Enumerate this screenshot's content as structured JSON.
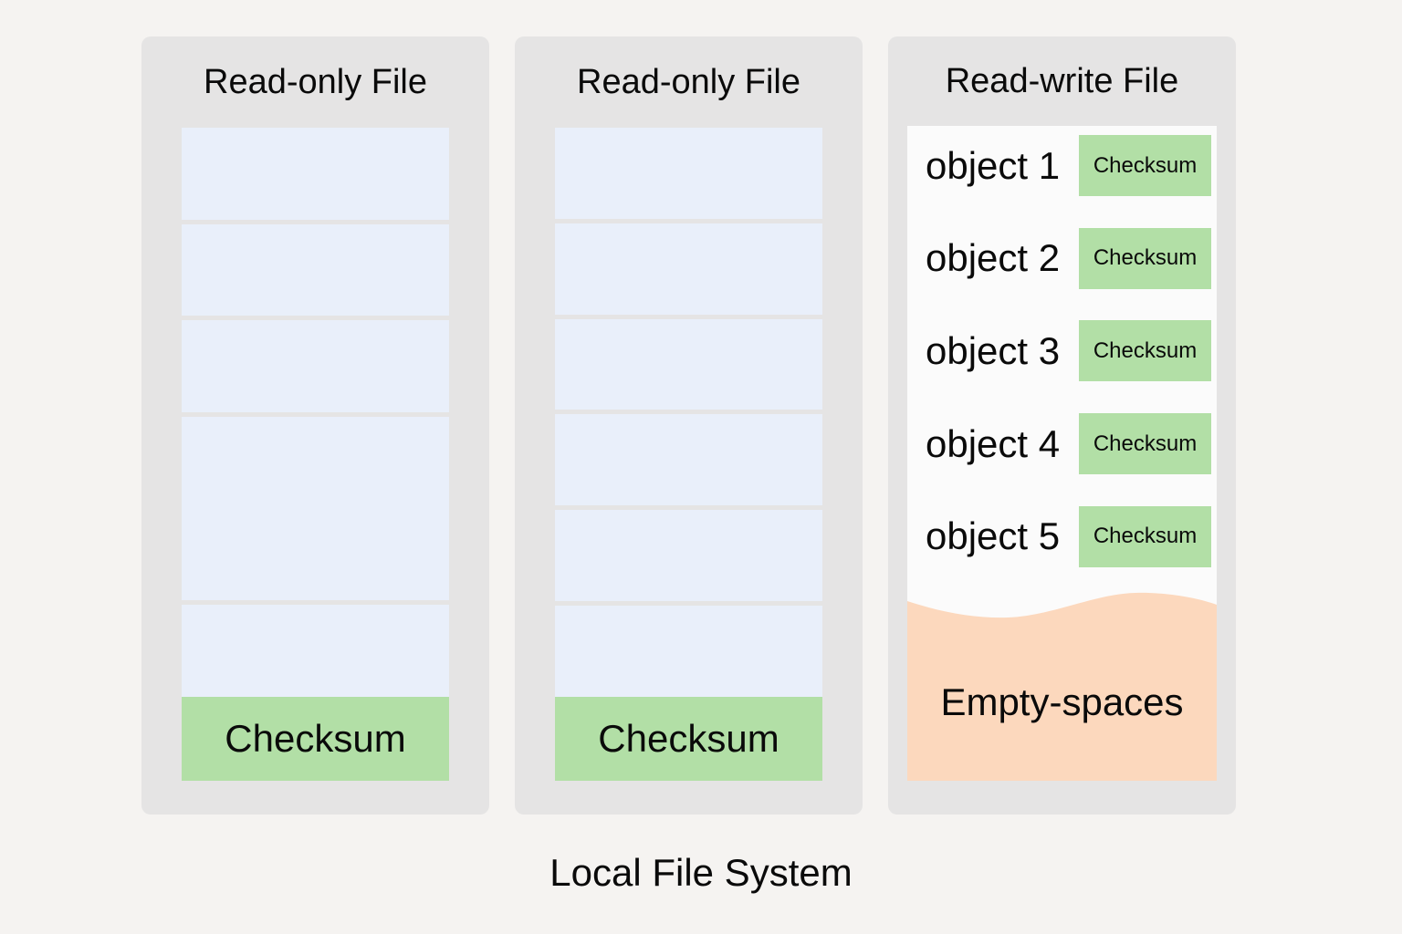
{
  "caption": "Local File System",
  "colors": {
    "background": "#f5f3f1",
    "panel": "#e5e4e4",
    "block": "#e9effa",
    "divider": "#cad1e6",
    "green": "#b2dfa6",
    "peach": "#fcd8bd",
    "white": "#fbfbfb",
    "text": "#0a0a0a"
  },
  "panels": [
    {
      "title": "Read-only File",
      "type": "read-only",
      "blocks": [
        1,
        1,
        1,
        2,
        1
      ],
      "checksum_label": "Checksum"
    },
    {
      "title": "Read-only File",
      "type": "read-only",
      "blocks": [
        1,
        1,
        1,
        1,
        1,
        1
      ],
      "checksum_label": "Checksum"
    },
    {
      "title": "Read-write File",
      "type": "read-write",
      "objects": [
        {
          "label": "object 1",
          "badge": "Checksum"
        },
        {
          "label": "object 2",
          "badge": "Checksum"
        },
        {
          "label": "object 3",
          "badge": "Checksum"
        },
        {
          "label": "object 4",
          "badge": "Checksum"
        },
        {
          "label": "object 5",
          "badge": "Checksum"
        }
      ],
      "empty_label": "Empty-spaces"
    }
  ]
}
